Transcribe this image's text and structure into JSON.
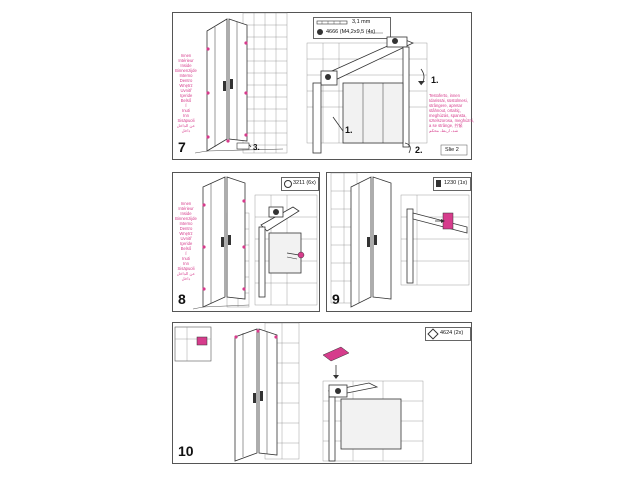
{
  "panel_7": {
    "step": "7",
    "parts": [
      {
        "label": "3,1 mm"
      },
      {
        "label": "4666 (M4,2x9,5 (4x)"
      }
    ],
    "callouts": [
      "1.",
      "1.",
      "2.",
      "3."
    ],
    "side_tag": "Slie 2",
    "warning_left": [
      "Innen",
      "Intérieur",
      "Inside",
      "Binnenzijde",
      "Interno",
      "Dentro",
      "Wnętrz",
      "Uvnitř",
      "Içeride",
      "Belső",
      "Í",
      "Inuti",
      "Inn",
      "Sisäpuoli",
      "عن الداخل",
      "داخل"
    ],
    "warning_right": [
      "Testoferto, innen",
      "Idarissäi, süstülmesi,",
      "strângere, apretar",
      "stâhnout, ortaltiç,",
      "meghúzás, spansta,",
      "sztelszorosa, meghúzni,",
      "a se strânge, 拧紧",
      "شد، اربط، محكم"
    ]
  },
  "panel_8": {
    "step": "8",
    "parts": [
      {
        "label": "3211 (6x)"
      }
    ],
    "warning_left": [
      "Innen",
      "Intérieur",
      "Inside",
      "Binnenzijde",
      "Interno",
      "Dentro",
      "Wnętrz",
      "Uvnitř",
      "Içeride",
      "Belső",
      "Í",
      "Inuti",
      "Inn",
      "Sisäpuoli",
      "عن الداخل",
      "داخل"
    ]
  },
  "panel_9": {
    "step": "9",
    "parts": [
      {
        "label": "1230 (1x)"
      }
    ]
  },
  "panel_10": {
    "step": "10",
    "parts": [
      {
        "label": "4624 (2x)"
      }
    ]
  },
  "colors": {
    "accent": "#d63c8c",
    "line": "#333333",
    "fill_glass": "#e6e6e6"
  }
}
